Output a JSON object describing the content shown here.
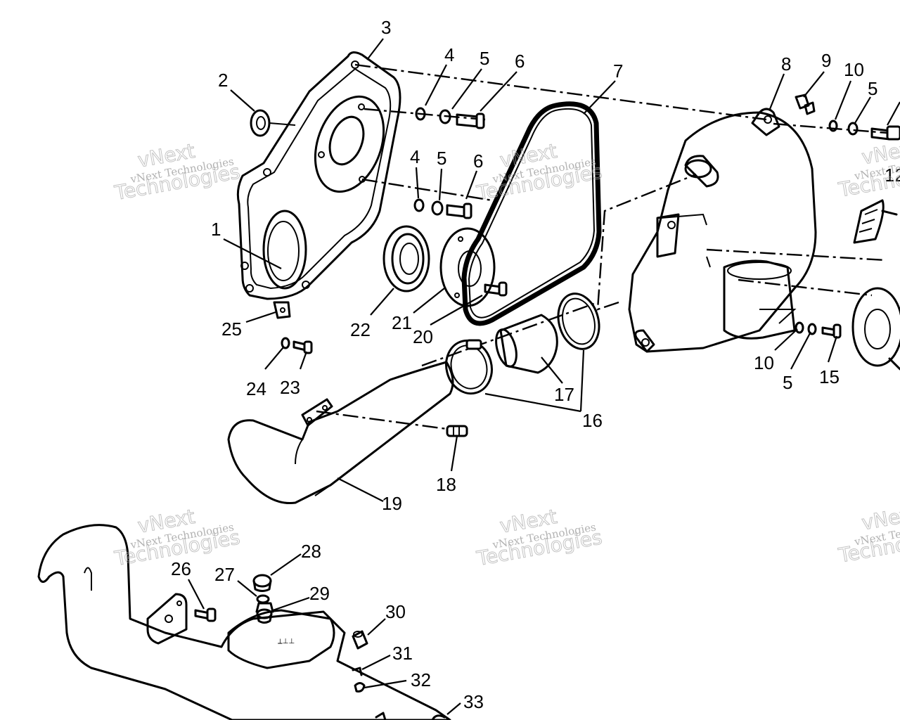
{
  "diagram": {
    "callouts": [
      "1",
      "2",
      "3",
      "4",
      "5",
      "6",
      "4",
      "5",
      "6",
      "7",
      "8",
      "9",
      "10",
      "5",
      "12",
      "10",
      "5",
      "15",
      "16",
      "17",
      "18",
      "19",
      "20",
      "21",
      "22",
      "23",
      "24",
      "25",
      "26",
      "27",
      "28",
      "29",
      "30",
      "31",
      "32",
      "33"
    ]
  },
  "watermark": {
    "line1": "vNext",
    "line2": "Technologies",
    "small": "vNext Technologies"
  }
}
